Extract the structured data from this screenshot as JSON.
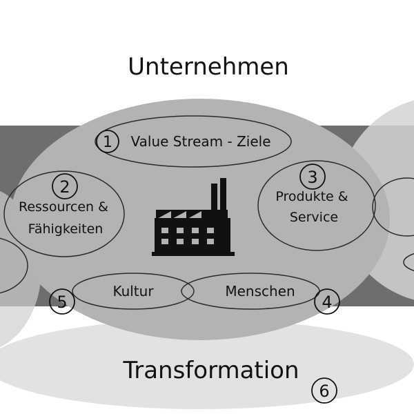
{
  "title": "Unternehmen",
  "subtitle": "Transformation",
  "elements": [
    {
      "number": "1",
      "label": "Value Stream - Ziele"
    },
    {
      "number": "2",
      "label_lines": [
        "Ressourcen &",
        "Fähigkeiten"
      ]
    },
    {
      "number": "3",
      "label_lines": [
        "Produkte &",
        "Service"
      ]
    },
    {
      "number": "4",
      "label": "Menschen"
    },
    {
      "number": "5",
      "label": "Kultur"
    },
    {
      "number": "6"
    }
  ],
  "icon": "factory-icon",
  "colors": {
    "band": "#6e6e6e",
    "main_ellipse": "#b3b3b3",
    "outer_ellipse": "#d9d9d9",
    "bottom_ellipse": "#e2e2e2",
    "outline": "#2a2a2a"
  }
}
